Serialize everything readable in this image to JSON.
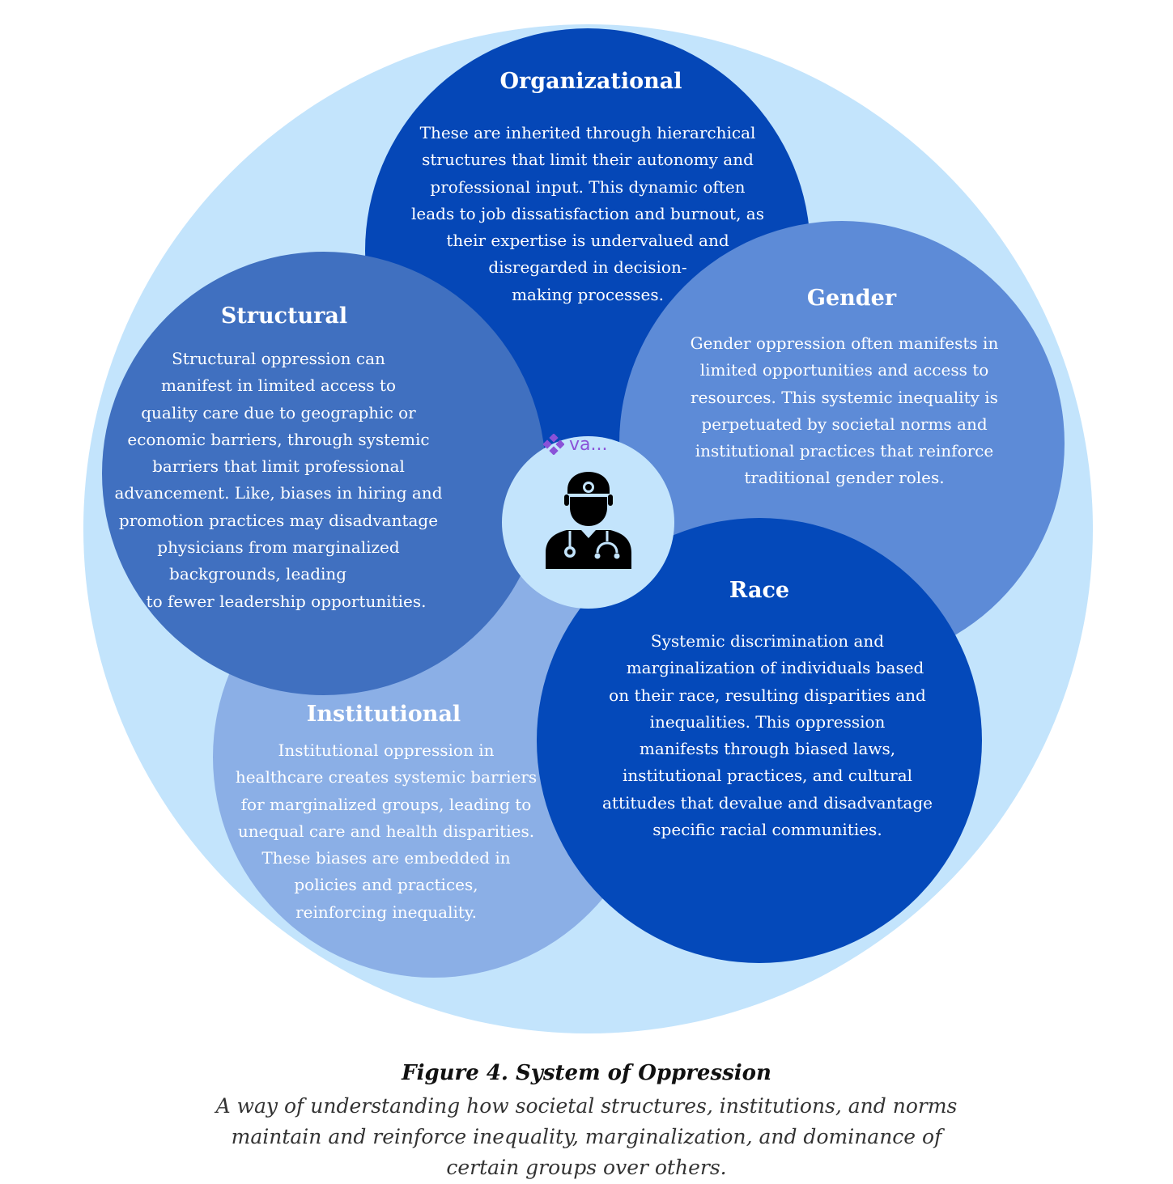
{
  "colors": {
    "outer": "#c3e4fc",
    "organizational": "#0547b7",
    "gender": "#5d8bd7",
    "structural": "#4070c0",
    "institutional": "#8bafe6",
    "race": "#0449ba",
    "center": "#c3e4fc",
    "badge": "#8a52d8"
  },
  "center": {
    "icon": "doctor-icon",
    "badge_icon": "sparkle-icon",
    "badge_text": "va..."
  },
  "sections": {
    "organizational": {
      "title": "Organizational",
      "lines": [
        "These are inherited through hierarchical",
        "structures that limit their autonomy and",
        "professional input. This dynamic often",
        "leads to job dissatisfaction and burnout, as",
        "their expertise is undervalued and",
        "disregarded in decision-",
        "making processes."
      ]
    },
    "gender": {
      "title": "Gender",
      "lines": [
        "Gender oppression often manifests in",
        "limited opportunities and access to",
        "resources. This systemic inequality is",
        "perpetuated by societal norms and",
        "institutional practices that reinforce",
        "traditional gender roles."
      ]
    },
    "structural": {
      "title": "Structural",
      "lines": [
        "Structural oppression can",
        "manifest in limited access to",
        "quality care due to geographic or",
        "economic barriers, through systemic",
        "barriers that limit professional",
        "advancement. Like, biases in hiring and",
        "promotion practices may disadvantage",
        "physicians from marginalized",
        "backgrounds, leading        ",
        "   to fewer leadership opportunities."
      ]
    },
    "institutional": {
      "title": "Institutional",
      "lines": [
        "Institutional oppression in",
        "healthcare creates systemic barriers",
        "for marginalized groups, leading to",
        "unequal care and health disparities.",
        "These biases are embedded in",
        "policies and practices,",
        "reinforcing inequality."
      ]
    },
    "race": {
      "title": "Race",
      "lines": [
        "Systemic discrimination and",
        "   marginalization of individuals based",
        "on their race, resulting disparities and",
        "inequalities. This oppression",
        "manifests through biased laws,",
        "institutional practices, and cultural",
        "attitudes that devalue and disadvantage",
        "specific racial communities."
      ]
    }
  },
  "caption": {
    "title": "Figure 4. System of Oppression",
    "lines": [
      "A way of understanding how societal structures, institutions, and norms",
      "maintain and reinforce inequality, marginalization, and dominance of",
      "certain groups over others."
    ]
  }
}
